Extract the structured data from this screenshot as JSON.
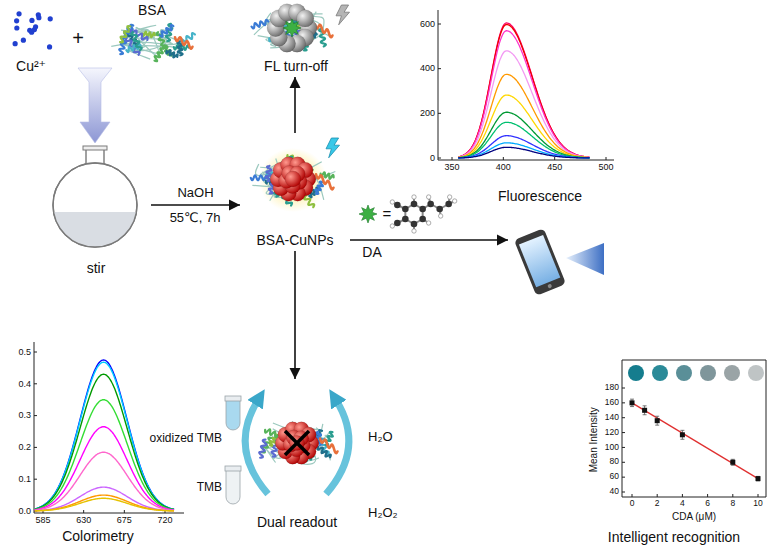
{
  "diagram": {
    "nodes": [
      {
        "text": [
          "Cu²⁺"
        ]
      },
      {
        "text": [
          "BSA"
        ]
      },
      {
        "text": [
          "stir"
        ]
      },
      {
        "text": [
          "BSA-CuNPs"
        ]
      },
      {
        "text": [
          "FL turn-off"
        ]
      },
      {
        "text": [
          "Fluorescence"
        ]
      },
      {
        "text": [
          "Dual readout"
        ]
      },
      {
        "text": [
          "Colorimetry"
        ]
      },
      {
        "text": [
          "Intelligent recognition"
        ]
      }
    ],
    "edges": [
      {
        "from": 2,
        "to": 3,
        "arrow": "to",
        "label": "NaOH"
      },
      {
        "from": 3,
        "to": 4,
        "arrow": "to"
      },
      {
        "from": 3,
        "to": 6,
        "arrow": "to"
      }
    ],
    "labels": [
      "+",
      "55℃, 7h",
      "DA",
      "=",
      "0",
      "200",
      "400",
      "600",
      "350",
      "400",
      "450",
      "500",
      "0.0",
      "0.1",
      "0.2",
      "0.3",
      "0.4",
      "0.5",
      "585",
      "630",
      "675",
      "720",
      "oxidized TMB",
      "TMB",
      "H₂O",
      "H₂O₂",
      "40",
      "60",
      "80",
      "100",
      "120",
      "140",
      "160",
      "180",
      "0",
      "2",
      "4",
      "6",
      "8",
      "10",
      "Mean Intensity",
      "CDA (μM)"
    ]
  }
}
